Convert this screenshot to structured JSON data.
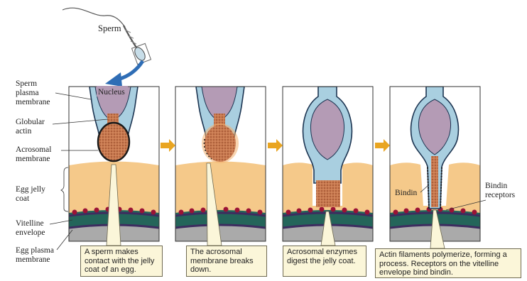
{
  "labels": {
    "sperm": "Sperm",
    "nucleus": "Nucleus",
    "sperm_plasma_membrane": [
      "Sperm",
      "plasma",
      "membrane"
    ],
    "globular_actin": [
      "Globular",
      "actin"
    ],
    "acrosomal_membrane": [
      "Acrosomal",
      "membrane"
    ],
    "egg_jelly_coat": [
      "Egg jelly",
      "coat"
    ],
    "vitelline_envelope": [
      "Vitelline",
      "envelope"
    ],
    "egg_plasma_membrane": [
      "Egg plasma",
      "membrane"
    ],
    "bindin": "Bindin",
    "bindin_receptors": [
      "Bindin",
      "receptors"
    ]
  },
  "captions": [
    "A sperm makes contact with the jelly coat of an egg.",
    "The acrosomal membrane breaks down.",
    "Acrosomal enzymes digest the jelly coat.",
    "Actin filaments polymerize, forming a process. Receptors on the vitelline envelope bind bindin."
  ],
  "colors": {
    "jelly": "#f5c98a",
    "sperm_membrane": "#a9cfe0",
    "nucleus": "#b49bb5",
    "acrosome": "#c9734a",
    "vitelline": "#24655a",
    "plasma_membrane": "#3d2c5f",
    "receptor": "#9b1235",
    "arrow": "#e9a521",
    "caption_bg": "#fbf6d9"
  }
}
